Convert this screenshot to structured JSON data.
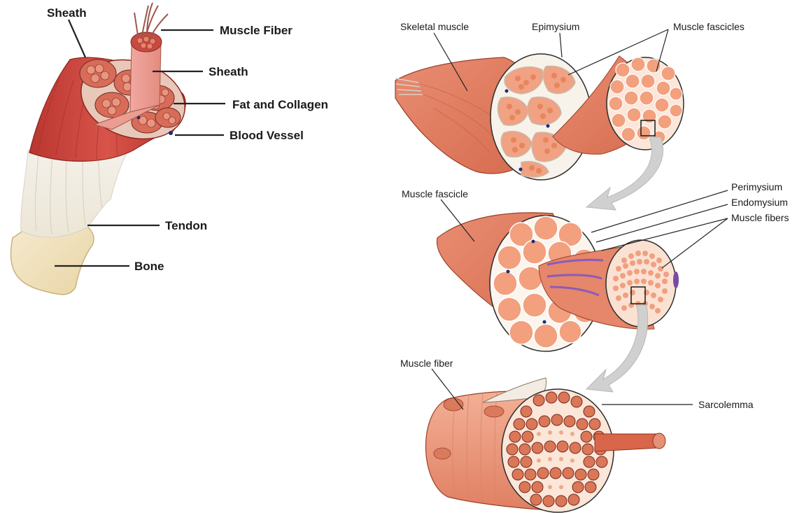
{
  "left_diagram": {
    "labels": {
      "sheath_top": "Sheath",
      "muscle_fiber": "Muscle Fiber",
      "sheath": "Sheath",
      "fat_collagen": "Fat and Collagen",
      "blood_vessel": "Blood Vessel",
      "tendon": "Tendon",
      "bone": "Bone"
    }
  },
  "right_diagram": {
    "labels": {
      "skeletal_muscle": "Skeletal muscle",
      "epimysium": "Epimysium",
      "muscle_fascicles": "Muscle fascicles",
      "muscle_fascicle": "Muscle fascicle",
      "perimysium": "Perimysium",
      "endomysium": "Endomysium",
      "muscle_fibers": "Muscle fibers",
      "muscle_fiber": "Muscle fiber",
      "sarcolemma": "Sarcolemma"
    }
  },
  "colors": {
    "muscle_red": "#c8403a",
    "muscle_orange": "#e8836a",
    "fiber_salmon": "#f2a07e",
    "tendon_cream": "#f3efe4",
    "bone_yellow": "#f1e2b8",
    "connective_white": "#f7f2ea",
    "vessel_blue": "#1c2a7a",
    "arrow_gray": "#cfcfcf"
  }
}
